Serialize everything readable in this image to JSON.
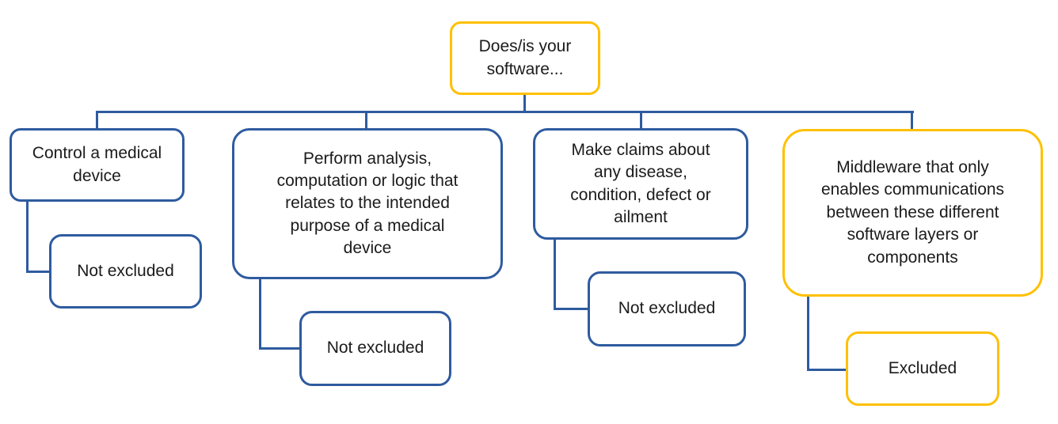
{
  "colors": {
    "accent_blue": "#2E5B9F",
    "accent_yellow": "#FFC000",
    "text": "#1B1B1B",
    "background": "#FFFFFF"
  },
  "diagram": {
    "root": {
      "label": "Does/is your\nsoftware..."
    },
    "branches": [
      {
        "label": "Control a medical\ndevice",
        "result": "Not excluded"
      },
      {
        "label": "Perform analysis,\ncomputation or logic that\nrelates to the intended\npurpose of a medical\ndevice",
        "result": "Not excluded"
      },
      {
        "label": "Make claims about\nany disease,\ncondition, defect or\nailment",
        "result": "Not excluded"
      },
      {
        "label": "Middleware that only\nenables communications\nbetween these different\nsoftware layers or\ncomponents",
        "result": "Excluded"
      }
    ]
  }
}
